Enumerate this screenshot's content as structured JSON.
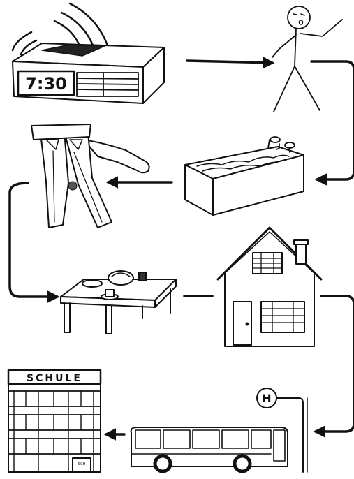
{
  "alarm_clock": {
    "time_text": "7:30"
  },
  "school": {
    "sign_text": "SCHULE"
  },
  "bus_stop": {
    "sign_text": "H"
  },
  "school_door_plate": {
    "text": "SCH"
  },
  "palette": {
    "ink": "#111111",
    "paper": "#ffffff"
  }
}
